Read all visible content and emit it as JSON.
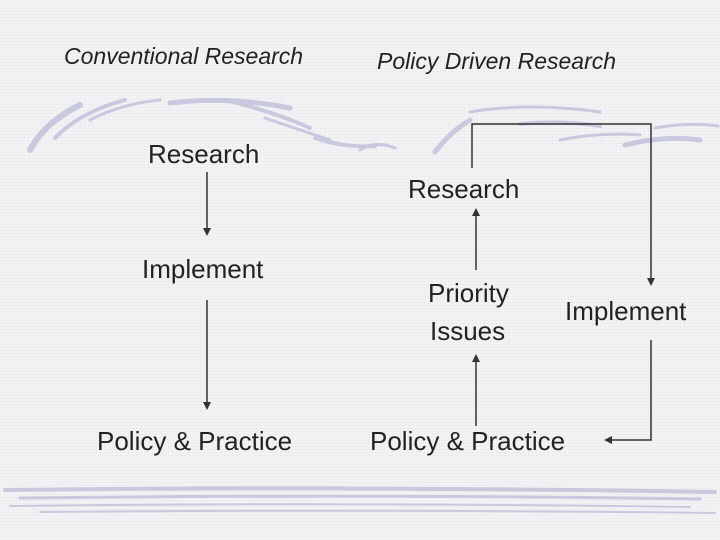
{
  "headings": {
    "conventional": "Conventional Research",
    "policy_driven": "Policy Driven Research"
  },
  "conventional": {
    "research": "Research",
    "implement": "Implement",
    "policy_practice": "Policy & Practice"
  },
  "policy_driven": {
    "research": "Research",
    "priority_line1": "Priority",
    "priority_line2": "Issues",
    "implement": "Implement",
    "policy_practice": "Policy & Practice"
  },
  "colors": {
    "background": "#f3f3f5",
    "decoration": "#c8c8de",
    "arrow": "#333333",
    "text": "#222222"
  }
}
